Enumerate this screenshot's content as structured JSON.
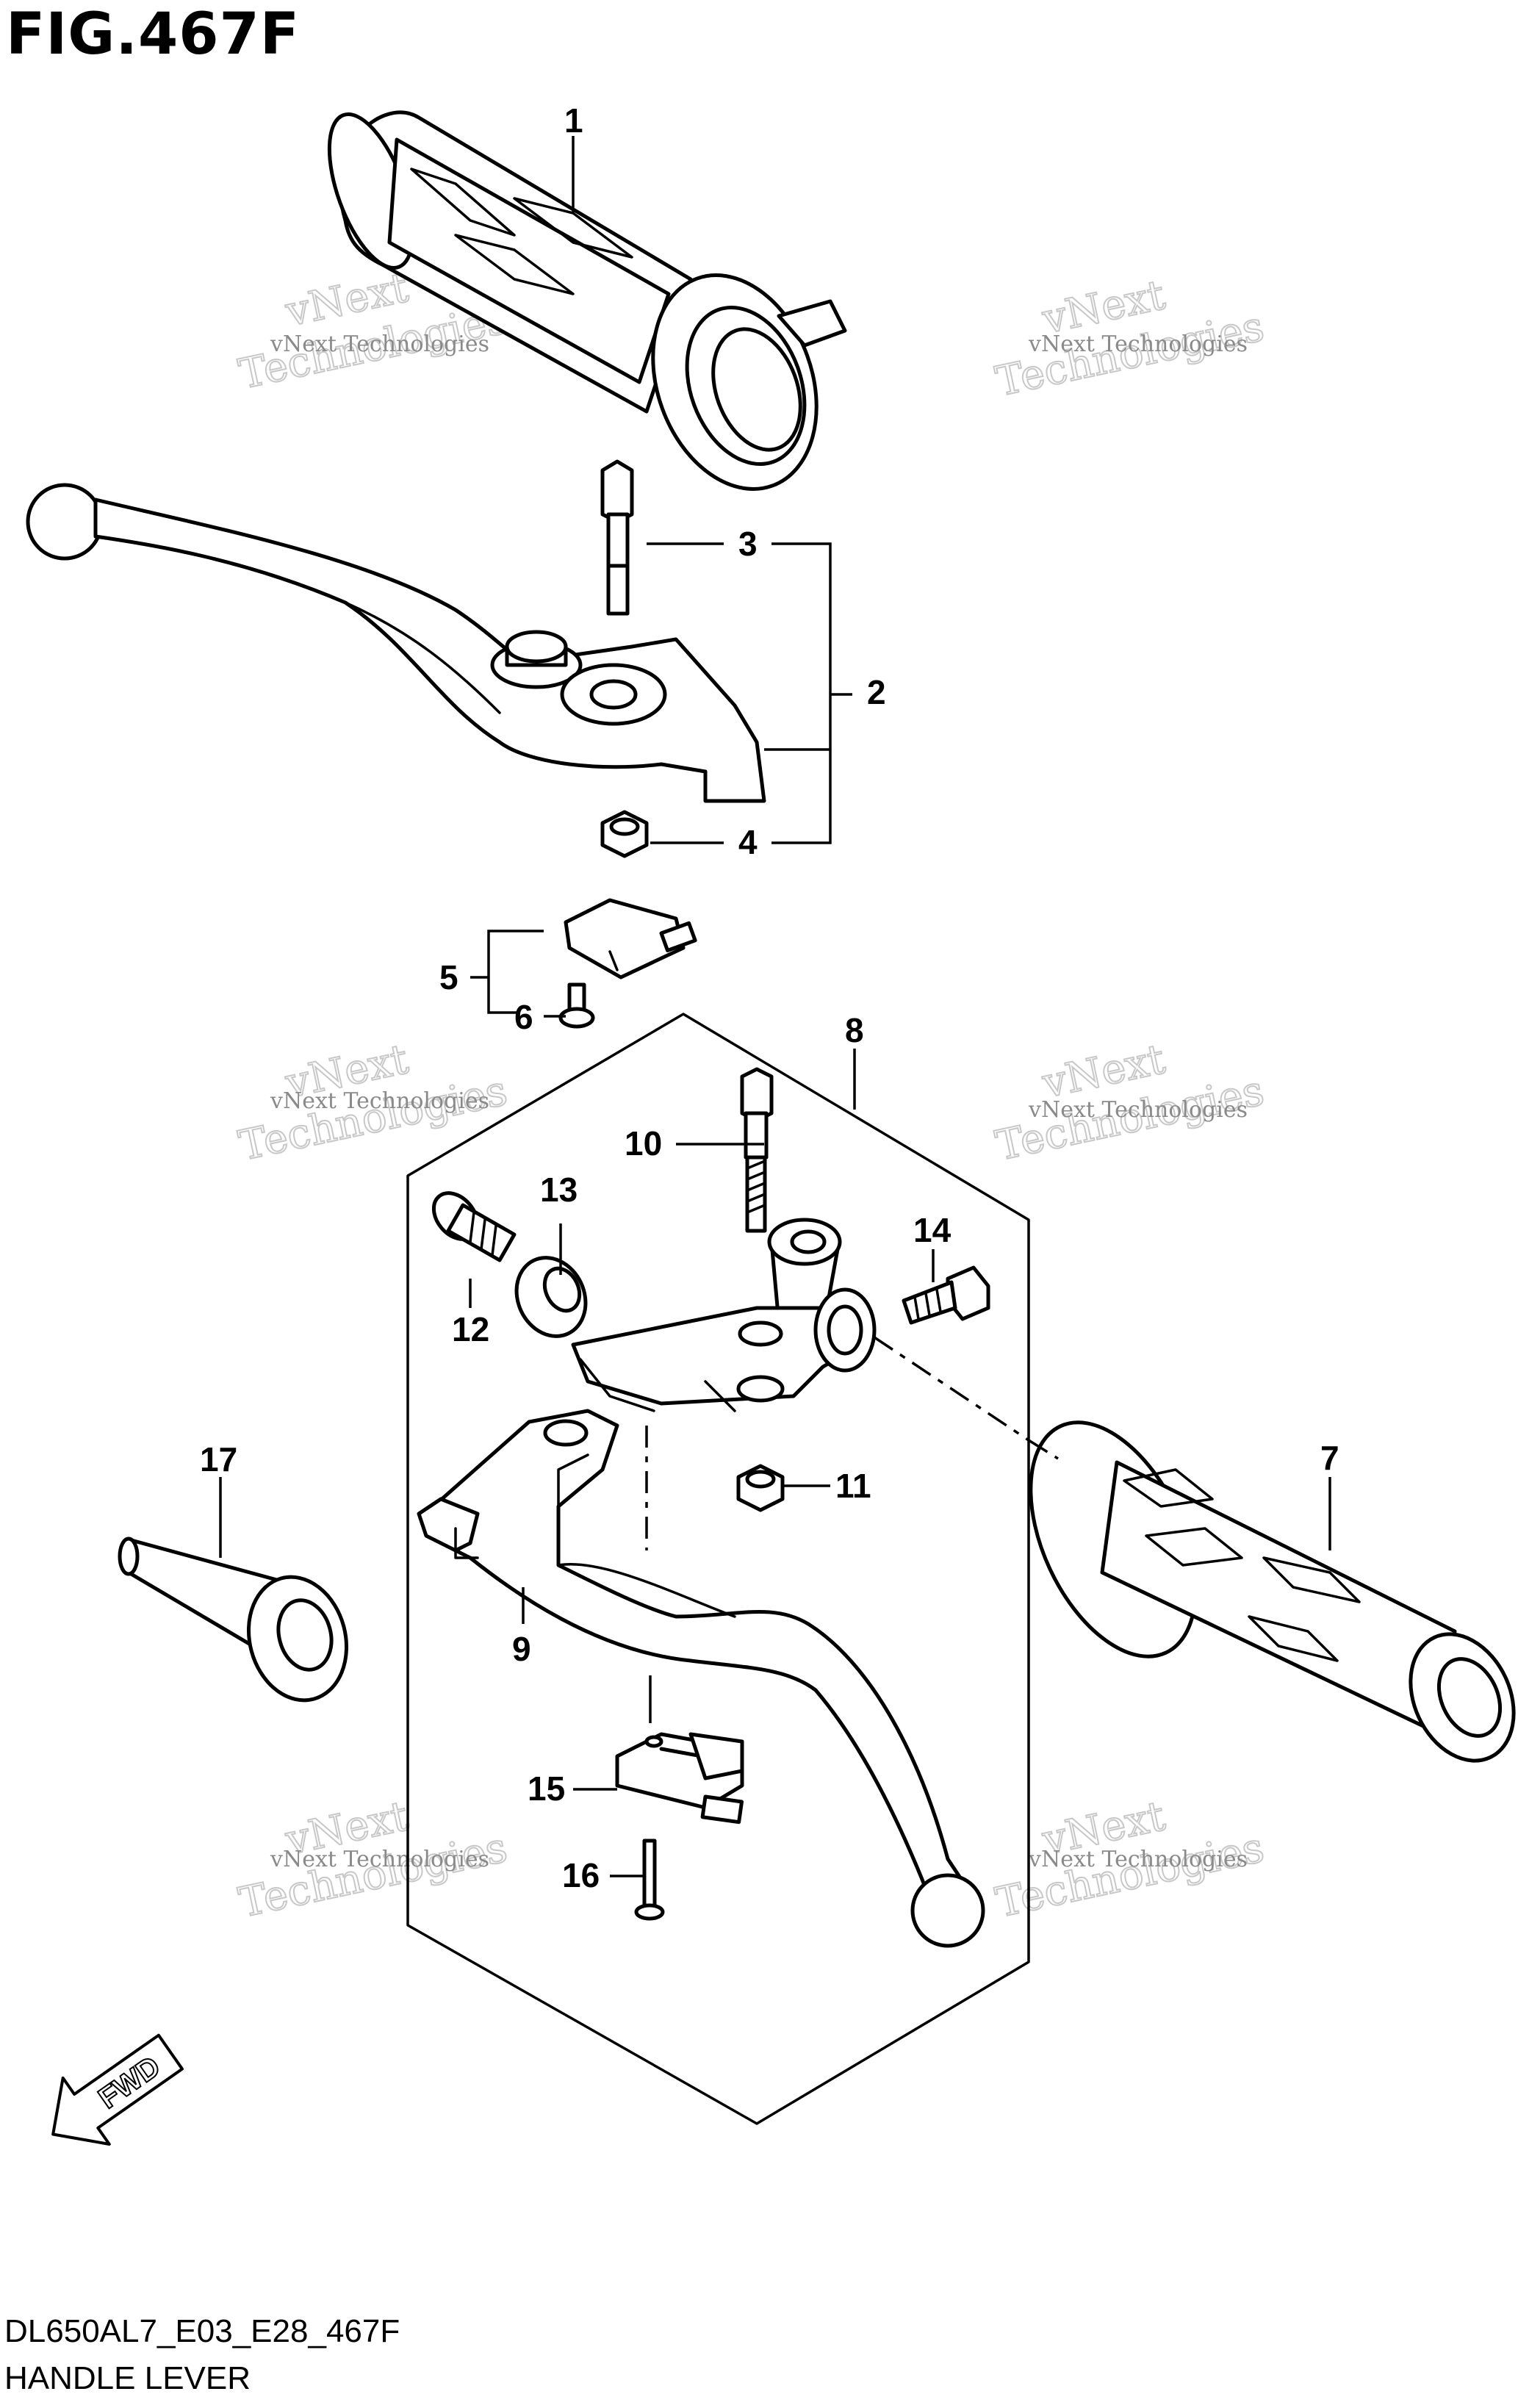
{
  "figure": {
    "title": "FIG.467F",
    "model_code": "DL650AL7_E03_E28_467F",
    "section_title": "HANDLE LEVER",
    "direction_label": "FWD"
  },
  "watermark": {
    "line1": "vNext Technologies",
    "line2": "vNext",
    "line3": "Technologies"
  },
  "callouts": [
    {
      "number": "1"
    },
    {
      "number": "2"
    },
    {
      "number": "3"
    },
    {
      "number": "4"
    },
    {
      "number": "5"
    },
    {
      "number": "6"
    },
    {
      "number": "7"
    },
    {
      "number": "8"
    },
    {
      "number": "9"
    },
    {
      "number": "10"
    },
    {
      "number": "11"
    },
    {
      "number": "12"
    },
    {
      "number": "13"
    },
    {
      "number": "14"
    },
    {
      "number": "15"
    },
    {
      "number": "16"
    },
    {
      "number": "17"
    }
  ],
  "colors": {
    "line": "#000000",
    "background": "#ffffff",
    "watermark": "#8a8a8a"
  }
}
